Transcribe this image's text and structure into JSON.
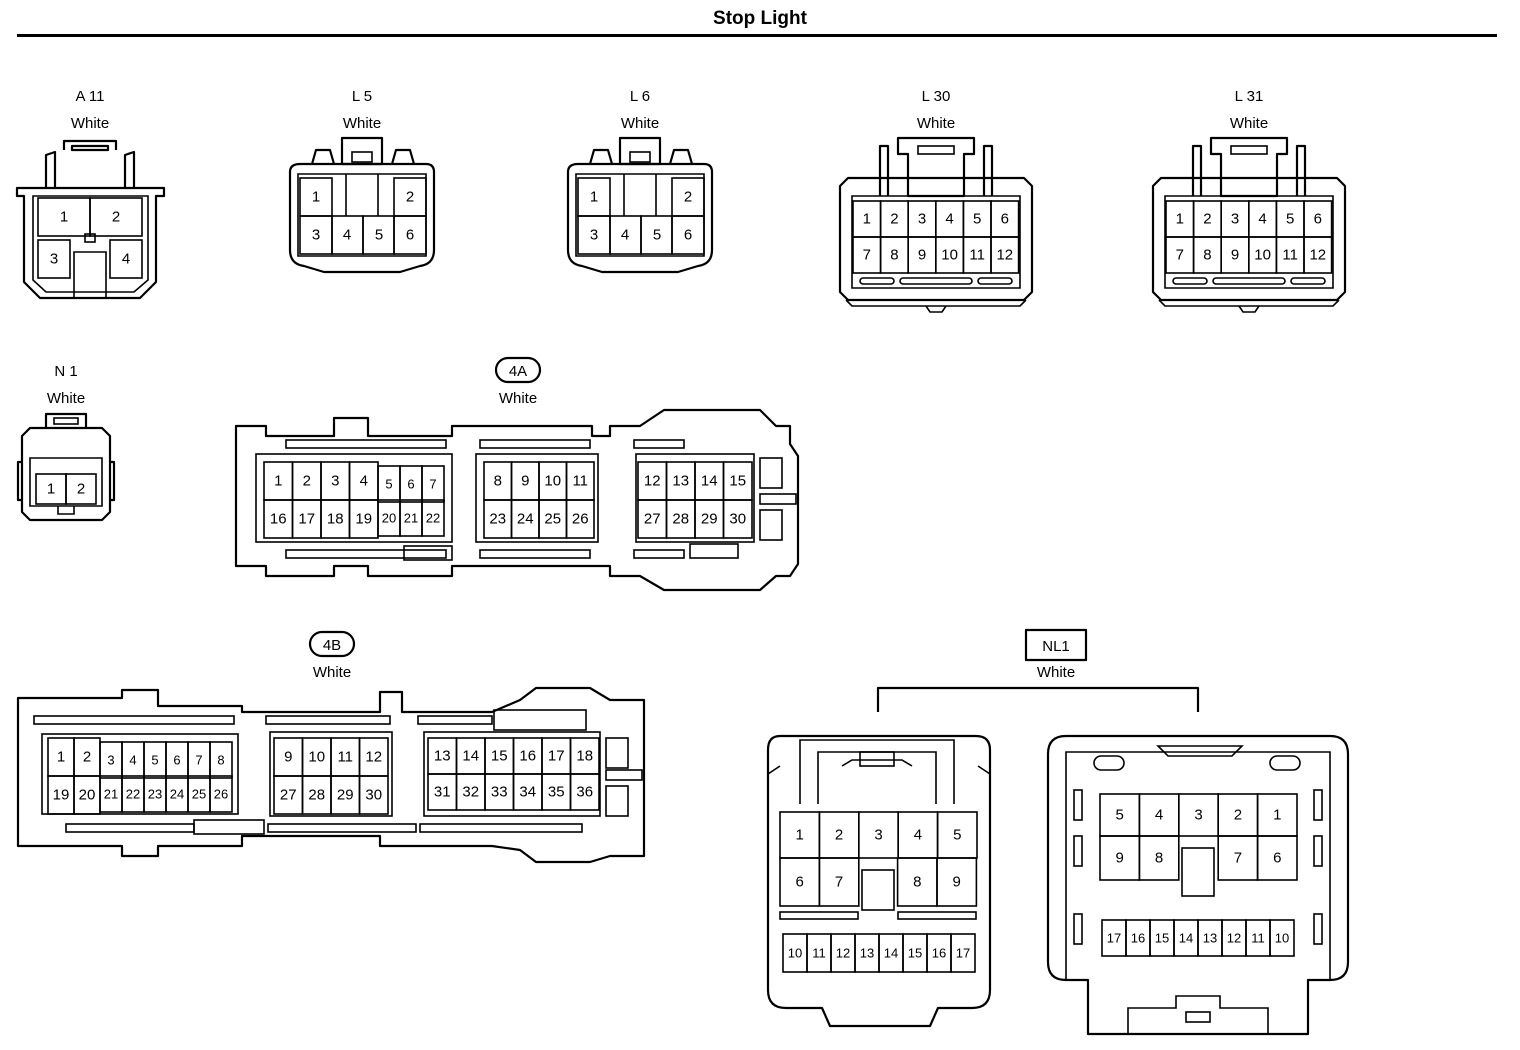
{
  "title": "Stop Light",
  "connectors": {
    "a11": {
      "code": "A 11",
      "color": "White",
      "pins": [
        "1",
        "2",
        "3",
        "4"
      ]
    },
    "l5": {
      "code": "L 5",
      "color": "White",
      "pins": [
        "1",
        "2",
        "3",
        "4",
        "5",
        "6"
      ]
    },
    "l6": {
      "code": "L 6",
      "color": "White",
      "pins": [
        "1",
        "2",
        "3",
        "4",
        "5",
        "6"
      ]
    },
    "l30": {
      "code": "L 30",
      "color": "White",
      "pins": [
        "1",
        "2",
        "3",
        "4",
        "5",
        "6",
        "7",
        "8",
        "9",
        "10",
        "11",
        "12"
      ]
    },
    "l31": {
      "code": "L 31",
      "color": "White",
      "pins": [
        "1",
        "2",
        "3",
        "4",
        "5",
        "6",
        "7",
        "8",
        "9",
        "10",
        "11",
        "12"
      ]
    },
    "n1": {
      "code": "N 1",
      "color": "White",
      "pins": [
        "1",
        "2"
      ]
    },
    "j4a": {
      "code": "4A",
      "color": "White",
      "pins": [
        "1",
        "2",
        "3",
        "4",
        "5",
        "6",
        "7",
        "16",
        "17",
        "18",
        "19",
        "20",
        "21",
        "22",
        "8",
        "9",
        "10",
        "11",
        "23",
        "24",
        "25",
        "26",
        "12",
        "13",
        "14",
        "15",
        "27",
        "28",
        "29",
        "30"
      ]
    },
    "j4b": {
      "code": "4B",
      "color": "White",
      "pins": [
        "1",
        "2",
        "3",
        "4",
        "5",
        "6",
        "7",
        "8",
        "19",
        "20",
        "21",
        "22",
        "23",
        "24",
        "25",
        "26",
        "9",
        "10",
        "11",
        "12",
        "27",
        "28",
        "29",
        "30",
        "13",
        "14",
        "15",
        "16",
        "17",
        "18",
        "31",
        "32",
        "33",
        "34",
        "35",
        "36"
      ]
    },
    "nl1": {
      "code": "NL1",
      "color": "White",
      "male_pins": [
        "1",
        "2",
        "3",
        "4",
        "5",
        "6",
        "7",
        "8",
        "9",
        "10",
        "11",
        "12",
        "13",
        "14",
        "15",
        "16",
        "17"
      ],
      "female_pins": [
        "5",
        "4",
        "3",
        "2",
        "1",
        "9",
        "8",
        "7",
        "6",
        "17",
        "16",
        "15",
        "14",
        "13",
        "12",
        "11",
        "10"
      ]
    }
  }
}
